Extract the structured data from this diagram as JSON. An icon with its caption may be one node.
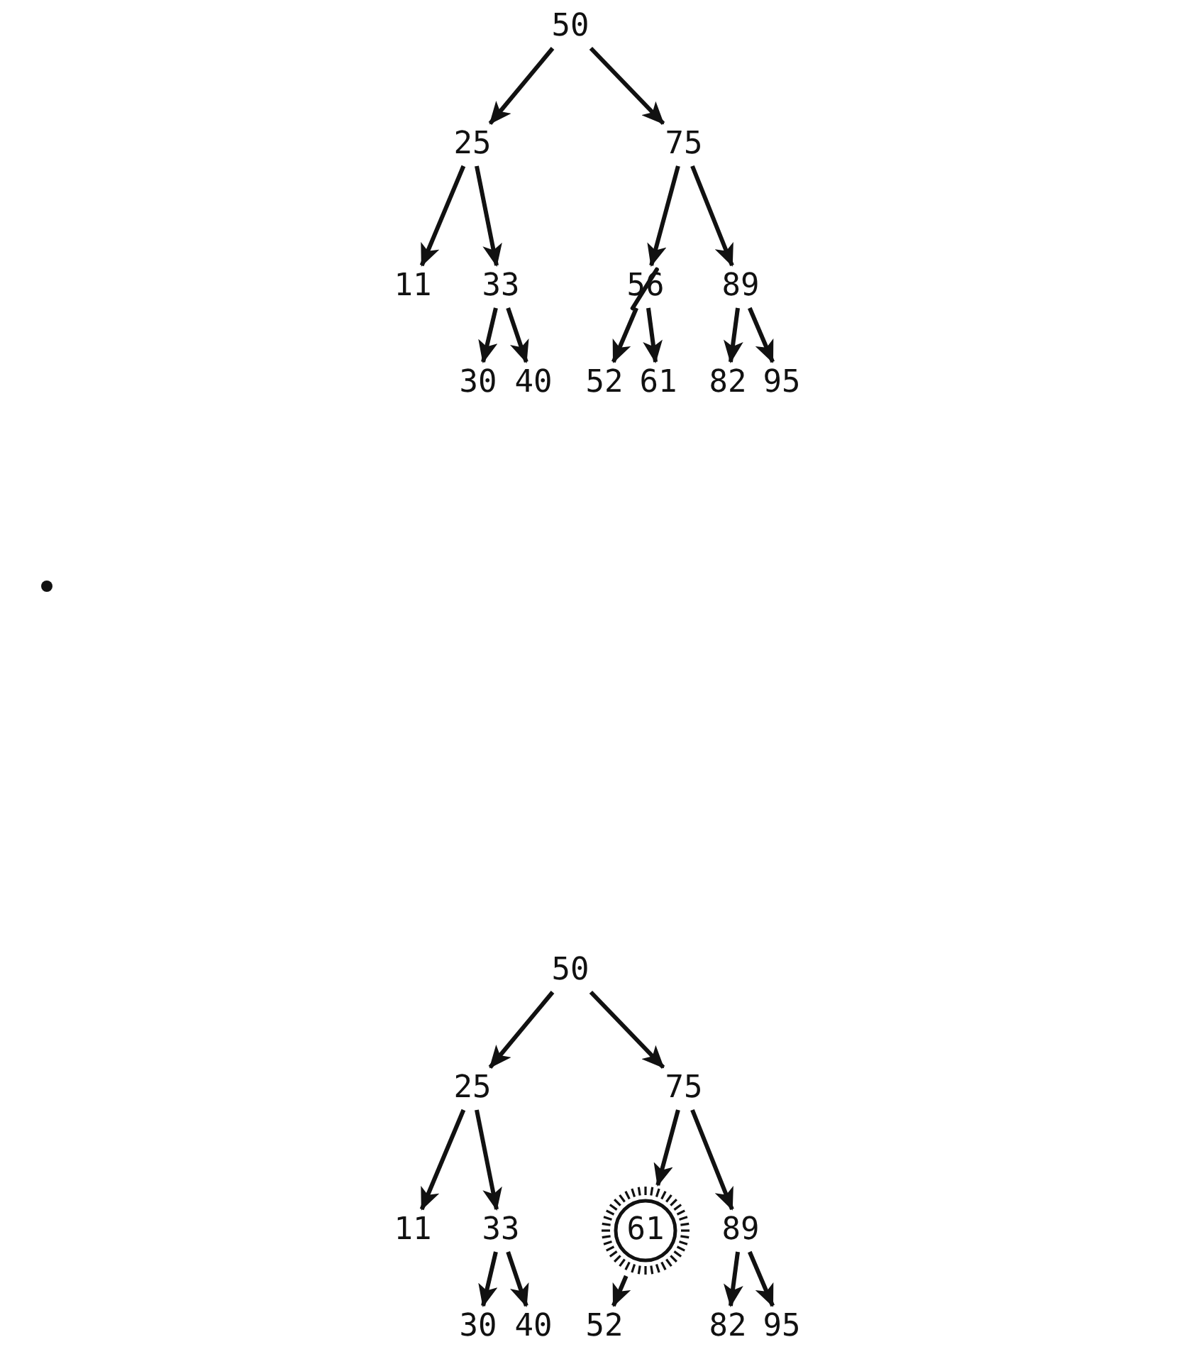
{
  "diagram": {
    "nodes": [
      {
        "text": [
          "50"
        ]
      },
      {
        "text": [
          "25"
        ]
      },
      {
        "text": [
          "75"
        ]
      },
      {
        "text": [
          "11"
        ]
      },
      {
        "text": [
          "33"
        ]
      },
      {
        "text": [
          "56"
        ]
      },
      {
        "text": [
          "89"
        ]
      },
      {
        "text": [
          "30"
        ]
      },
      {
        "text": [
          "40"
        ]
      },
      {
        "text": [
          "52"
        ]
      },
      {
        "text": [
          "61"
        ]
      },
      {
        "text": [
          "82"
        ]
      },
      {
        "text": [
          "95"
        ]
      },
      {
        "text": [
          "50"
        ]
      },
      {
        "text": [
          "25"
        ]
      },
      {
        "text": [
          "75"
        ]
      },
      {
        "text": [
          "11"
        ]
      },
      {
        "text": [
          "33"
        ]
      },
      {
        "text": [
          "61"
        ]
      },
      {
        "text": [
          "89"
        ]
      },
      {
        "text": [
          "30"
        ]
      },
      {
        "text": [
          "40"
        ]
      },
      {
        "text": [
          "52"
        ]
      },
      {
        "text": [
          "82"
        ]
      },
      {
        "text": [
          "95"
        ]
      }
    ],
    "edges": [
      {
        "from": 0,
        "to": 1,
        "arrow": "to"
      },
      {
        "from": 0,
        "to": 2,
        "arrow": "to"
      },
      {
        "from": 1,
        "to": 3,
        "arrow": "to"
      },
      {
        "from": 1,
        "to": 4,
        "arrow": "to"
      },
      {
        "from": 2,
        "to": 5,
        "arrow": "to"
      },
      {
        "from": 2,
        "to": 6,
        "arrow": "to"
      },
      {
        "from": 4,
        "to": 7,
        "arrow": "to"
      },
      {
        "from": 4,
        "to": 8,
        "arrow": "to"
      },
      {
        "from": 5,
        "to": 9,
        "arrow": "to"
      },
      {
        "from": 5,
        "to": 10,
        "arrow": "to"
      },
      {
        "from": 6,
        "to": 11,
        "arrow": "to"
      },
      {
        "from": 6,
        "to": 12,
        "arrow": "to"
      },
      {
        "from": 13,
        "to": 14,
        "arrow": "to"
      },
      {
        "from": 13,
        "to": 15,
        "arrow": "to"
      },
      {
        "from": 14,
        "to": 16,
        "arrow": "to"
      },
      {
        "from": 14,
        "to": 17,
        "arrow": "to"
      },
      {
        "from": 15,
        "to": 18,
        "arrow": "to"
      },
      {
        "from": 15,
        "to": 19,
        "arrow": "to"
      },
      {
        "from": 17,
        "to": 20,
        "arrow": "to"
      },
      {
        "from": 17,
        "to": 21,
        "arrow": "to"
      },
      {
        "from": 18,
        "to": 22,
        "arrow": "to"
      },
      {
        "from": 19,
        "to": 23,
        "arrow": "to"
      },
      {
        "from": 19,
        "to": 24,
        "arrow": "to"
      }
    ]
  }
}
